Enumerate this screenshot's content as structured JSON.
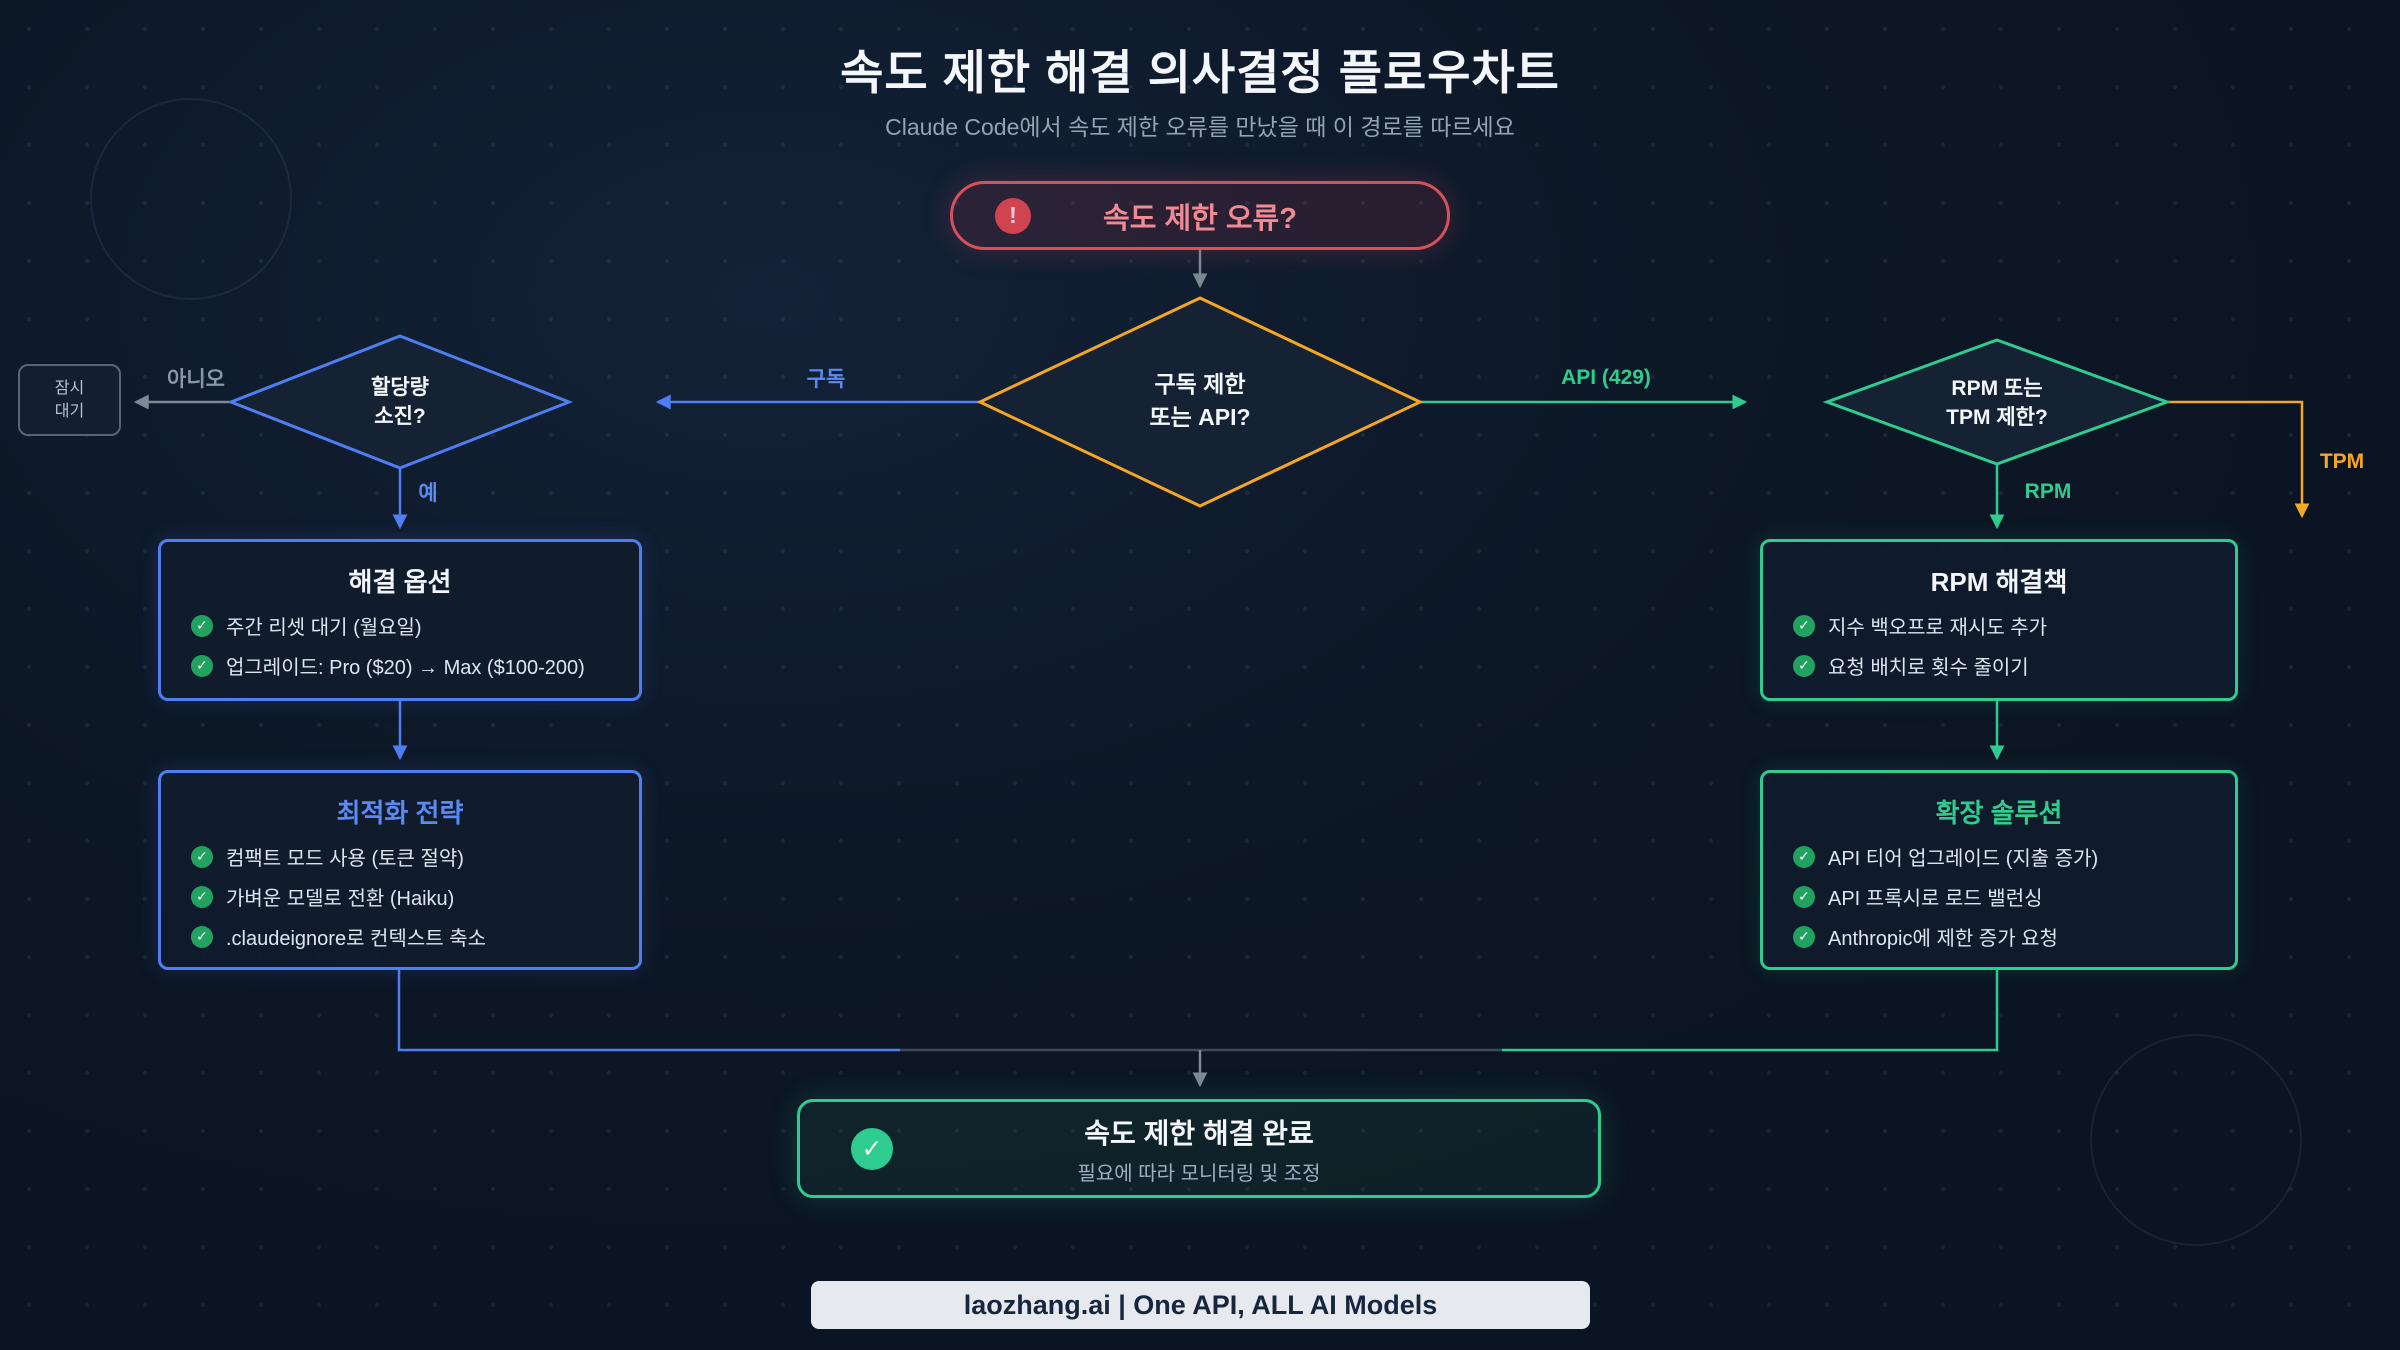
{
  "page": {
    "title": "속도 제한 해결 의사결정 플로우차트",
    "subtitle": "Claude Code에서 속도 제한 오류를 만났을 때 이 경로를 따르세요"
  },
  "nodes": {
    "start": {
      "label": "속도 제한 오류?",
      "icon_glyph": "!"
    },
    "decision_main": {
      "line1": "구독 제한",
      "line2": "또는 API?"
    },
    "decision_quota": {
      "line1": "할당량",
      "line2": "소진?"
    },
    "wait": {
      "line1": "잠시",
      "line2": "대기"
    },
    "solution_options": {
      "title": "해결 옵션",
      "items": [
        "주간 리셋 대기 (월요일)",
        "업그레이드: Pro ($20) → Max ($100-200)"
      ]
    },
    "optimization": {
      "title": "최적화 전략",
      "items": [
        "컴팩트 모드 사용 (토큰 절약)",
        "가벼운 모델로 전환 (Haiku)",
        ".claudeignore로 컨텍스트 축소"
      ]
    },
    "rpm_solutions": {
      "title": "RPM 해결책",
      "items": [
        "지수 백오프로 재시도 추가",
        "요청 배치로 횟수 줄이기"
      ]
    },
    "scaling": {
      "title": "확장 솔루션",
      "items": [
        "API 티어 업그레이드 (지출 증가)",
        "API 프록시로 로드 밸런싱",
        "Anthropic에 제한 증가 요청"
      ]
    },
    "done": {
      "title": "속도 제한 해결 완료",
      "subtitle": "필요에 따라 모니터링 및 조정"
    }
  },
  "edges": {
    "subscription": "구독",
    "api": "API (429)",
    "no": "아니오",
    "yes": "예",
    "rpm": "RPM",
    "tpm": "TPM"
  },
  "footer": {
    "text": "laozhang.ai | One API, ALL AI Models"
  },
  "colors": {
    "background": "#0d1827",
    "blue": "#4f7df2",
    "green": "#2ecc8f",
    "orange": "#f5a623",
    "red": "#d8505e",
    "gray": "#7e8896"
  }
}
